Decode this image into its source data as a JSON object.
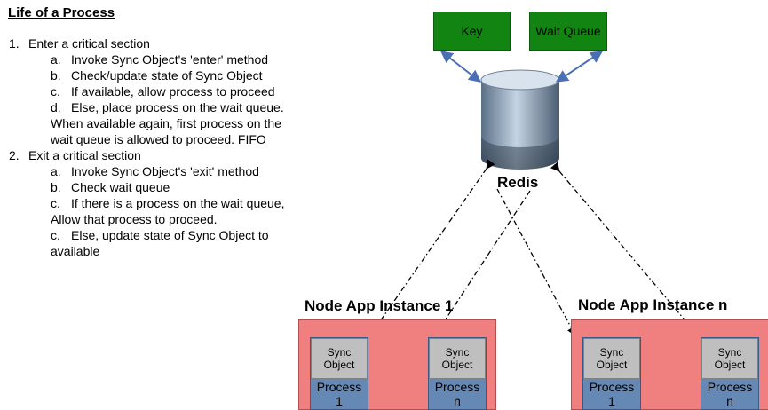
{
  "title": "Life of a Process",
  "steps": [
    {
      "number": "1.",
      "text": "Enter a critical section",
      "subs": [
        {
          "marker": "a.",
          "text": "Invoke Sync Object's 'enter' method"
        },
        {
          "marker": "b.",
          "text": "Check/update state of Sync Object"
        },
        {
          "marker": "c.",
          "text": "If available, allow process to proceed"
        },
        {
          "marker": "d.",
          "text": "Else, place process on the wait queue.",
          "cont": [
            "When available again, first process on the",
            "wait queue is allowed to proceed. FIFO"
          ]
        }
      ]
    },
    {
      "number": "2.",
      "text": "Exit a critical section",
      "subs": [
        {
          "marker": "a.",
          "text": "Invoke Sync Object's 'exit' method"
        },
        {
          "marker": "b.",
          "text": "Check wait queue"
        },
        {
          "marker": "c.",
          "text": "If there is a process on the wait queue,",
          "cont": [
            "Allow that process to proceed."
          ]
        },
        {
          "marker": "c.",
          "text": "Else, update state of Sync Object to",
          "cont": [
            "available"
          ]
        }
      ]
    }
  ],
  "diagram": {
    "key_label": "Key",
    "wait_queue_label": "Wait Queue",
    "redis_label": "Redis",
    "instances": [
      {
        "title": "Node App Instance 1",
        "processes": [
          {
            "sync_line1": "Sync",
            "sync_line2": "Object",
            "process_label": "Process",
            "process_id": "1"
          },
          {
            "sync_line1": "Sync",
            "sync_line2": "Object",
            "process_label": "Process",
            "process_id": "n"
          }
        ]
      },
      {
        "title": "Node App Instance n",
        "processes": [
          {
            "sync_line1": "Sync",
            "sync_line2": "Object",
            "process_label": "Process",
            "process_id": "1"
          },
          {
            "sync_line1": "Sync",
            "sync_line2": "Object",
            "process_label": "Process",
            "process_id": "n"
          }
        ]
      }
    ],
    "colors": {
      "green_box": "#118411",
      "instance_bg": "#f08080",
      "process_bg": "#6688b5",
      "sync_bg": "#bfbfbf",
      "arrow_blue": "#4a6fb5"
    }
  }
}
